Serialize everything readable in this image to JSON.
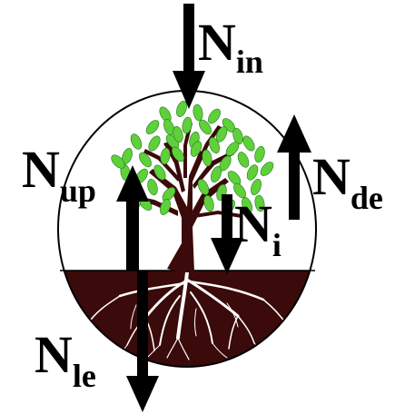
{
  "labels": {
    "n_in": {
      "base": "N",
      "sub": "in"
    },
    "n_up": {
      "base": "N",
      "sub": "up"
    },
    "n_de": {
      "base": "N",
      "sub": "de"
    },
    "n_i": {
      "base": "N",
      "sub": "i"
    },
    "n_le": {
      "base": "N",
      "sub": "le"
    }
  },
  "colors": {
    "outline": "#000000",
    "soil": "#3b0a0a",
    "roots": "#ffffff",
    "trunk": "#3b0a0a",
    "leaves": "#5fd03a",
    "leaf_vein": "#1f7a1a",
    "arrows": "#000000"
  }
}
